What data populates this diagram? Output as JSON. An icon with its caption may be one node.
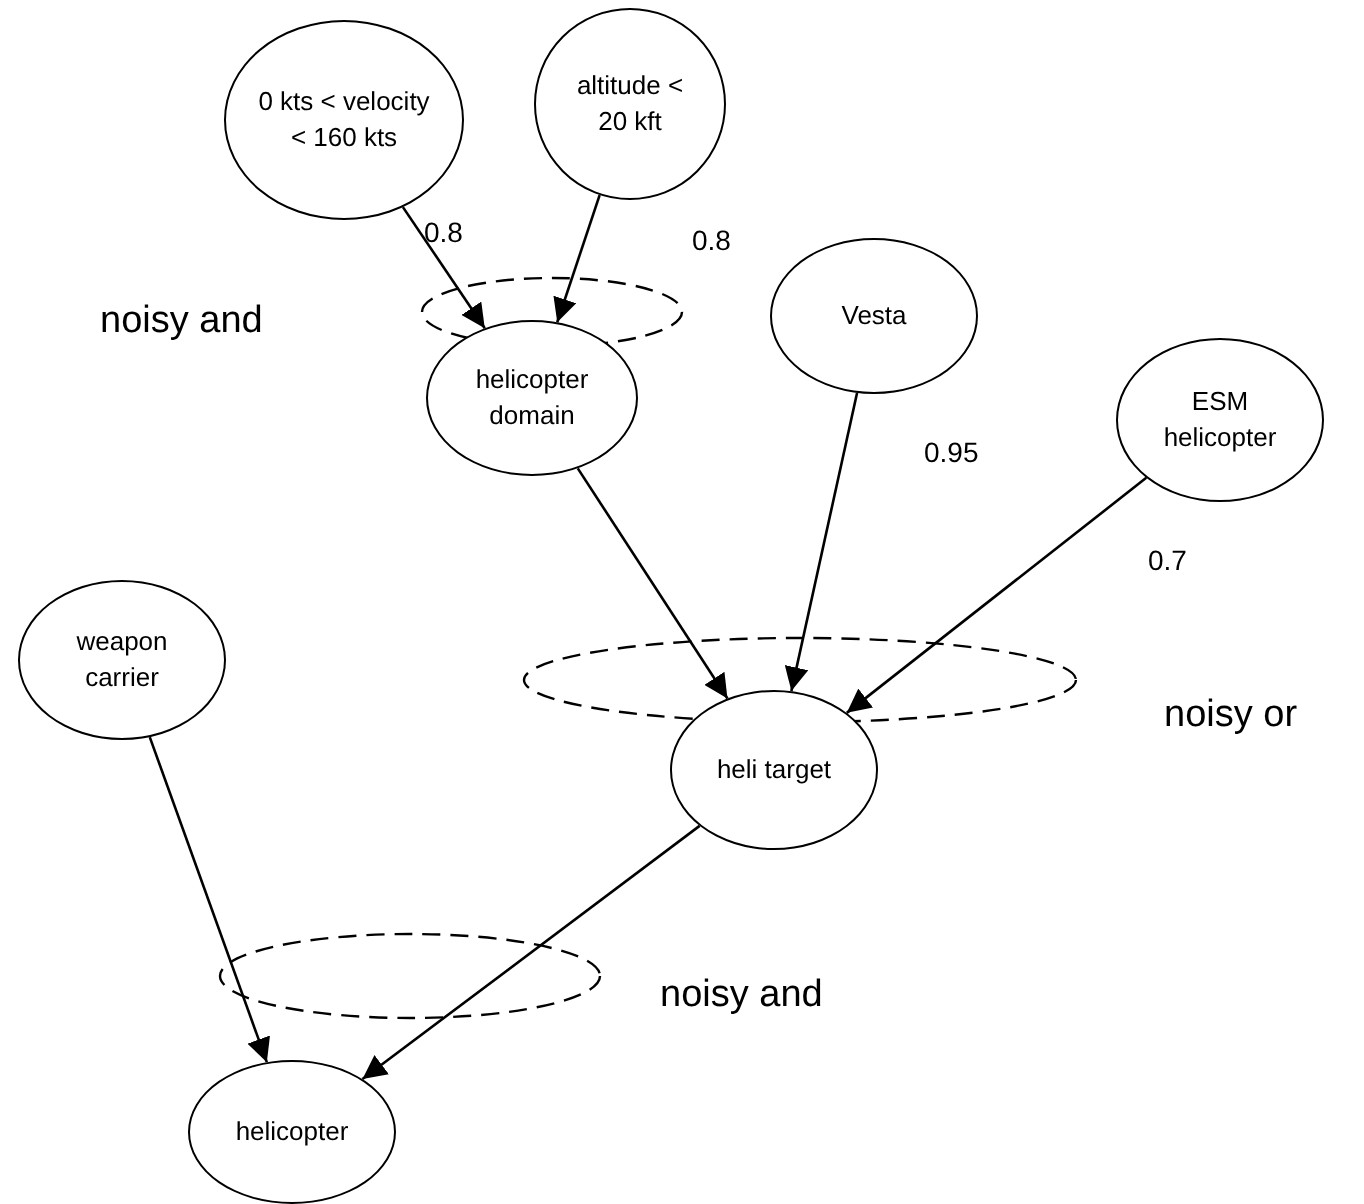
{
  "diagram": {
    "nodes": [
      {
        "text": [
          "0 kts < velocity < 160 kts"
        ]
      },
      {
        "text": [
          "altitude < 20 kft"
        ]
      },
      {
        "text": [
          "helicopter domain"
        ]
      },
      {
        "text": [
          "Vesta"
        ]
      },
      {
        "text": [
          "ESM helicopter"
        ]
      },
      {
        "text": [
          "weapon carrier"
        ]
      },
      {
        "text": [
          "heli target"
        ]
      },
      {
        "text": [
          "helicopter"
        ]
      }
    ],
    "edges": [
      {
        "from": 0,
        "to": 2,
        "arrow": "to",
        "label": "0.8"
      },
      {
        "from": 1,
        "to": 2,
        "arrow": "to",
        "label": "0.8"
      },
      {
        "from": 2,
        "to": 6,
        "arrow": "to"
      },
      {
        "from": 3,
        "to": 6,
        "arrow": "to",
        "label": "0.95"
      },
      {
        "from": 4,
        "to": 6,
        "arrow": "to",
        "label": "0.7"
      },
      {
        "from": 5,
        "to": 7,
        "arrow": "to"
      },
      {
        "from": 6,
        "to": 7,
        "arrow": "to"
      }
    ],
    "labels": [
      "noisy and",
      "noisy or",
      "noisy and"
    ]
  }
}
